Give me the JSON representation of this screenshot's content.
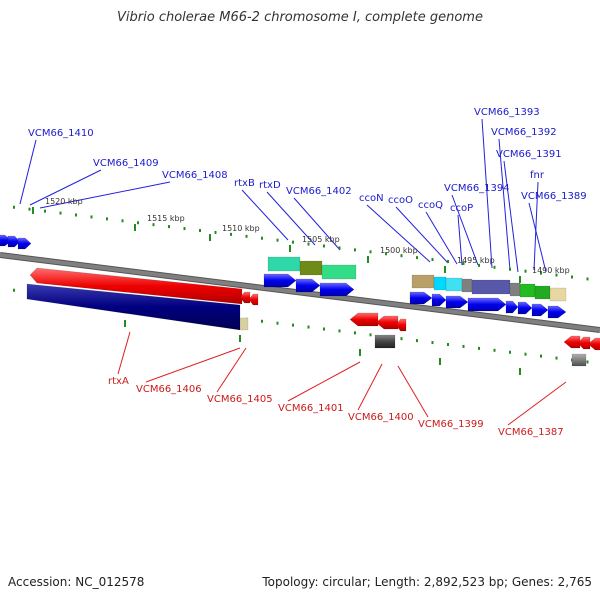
{
  "title": "Vibrio cholerae M66-2 chromosome I, complete genome",
  "accession": "Accession: NC_012578",
  "summary": "Topology: circular; Length: 2,892,523 bp; Genes: 2,765",
  "ticks": [
    "1520 kbp",
    "1515 kbp",
    "1510 kbp",
    "1505 kbp",
    "1500 kbp",
    "1495 kbp",
    "1490 kbp"
  ],
  "upper_labels": [
    "VCM66_1410",
    "VCM66_1409",
    "VCM66_1408",
    "rtxB",
    "rtxD",
    "VCM66_1402",
    "ccoN",
    "ccoO",
    "ccoQ",
    "ccoP",
    "VCM66_1394",
    "VCM66_1393",
    "VCM66_1392",
    "VCM66_1391",
    "fnr",
    "VCM66_1389"
  ],
  "lower_labels": [
    "rtxA",
    "VCM66_1406",
    "VCM66_1405",
    "VCM66_1401",
    "VCM66_1400",
    "VCM66_1399",
    "VCM66_1387"
  ],
  "colors": {
    "forward_label": "#1a1acc",
    "reverse_label": "#cc1a1a",
    "leader_forward": "#2222dd",
    "leader_reverse": "#dd2222",
    "backbone": "#808080",
    "tick": "#228b22",
    "cds_forward": "#0000ee",
    "cds_reverse": "#ee0000",
    "rtxA_domain": "#000080"
  }
}
